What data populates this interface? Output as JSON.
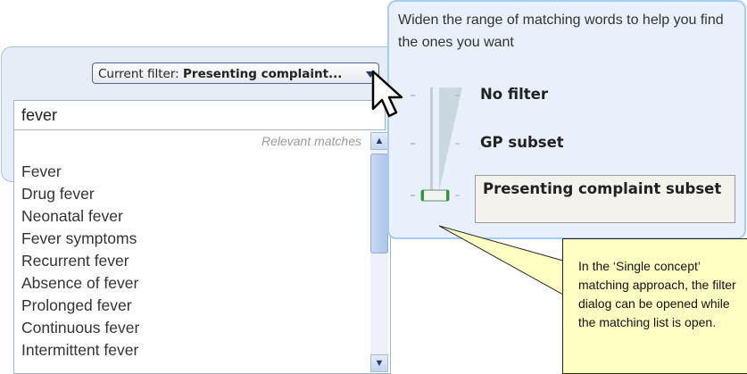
{
  "filter_button": {
    "prefix": "Current filter: ",
    "value": "Presenting complaint..."
  },
  "search": {
    "value": "fever"
  },
  "list": {
    "header": "Relevant matches",
    "items": [
      "Fever",
      "Drug fever",
      "Neonatal fever",
      "Fever symptoms",
      "Recurrent fever",
      "Absence of fever",
      "Prolonged fever",
      "Continuous fever",
      "Intermittent fever"
    ]
  },
  "filter_dialog": {
    "header": "Widen the range of matching words to help you find the ones you want",
    "options": [
      "No filter",
      "GP subset",
      "Presenting complaint subset"
    ],
    "selected_index": 2
  },
  "callout": {
    "text": "In the ‘Single concept’ matching approach, the filter dialog can be opened while the matching list is open."
  }
}
